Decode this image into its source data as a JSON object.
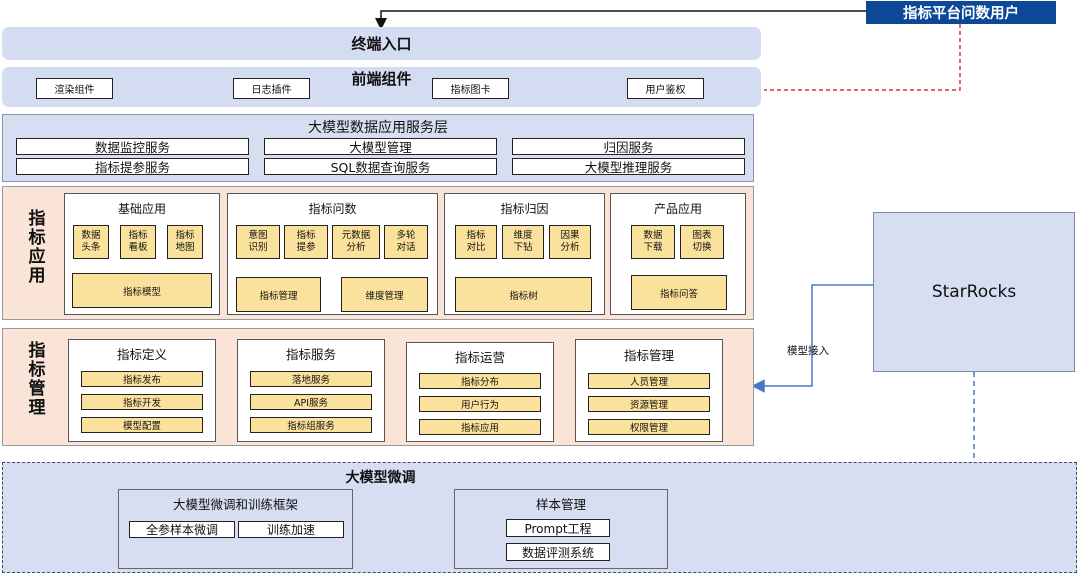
{
  "user_box": {
    "label": "指标平台问数用户"
  },
  "terminal": {
    "title": "终端入口"
  },
  "frontend": {
    "title": "前端组件",
    "items": [
      "渲染组件",
      "日志插件",
      "指标图卡",
      "用户鉴权"
    ]
  },
  "llm_layer": {
    "title": "大模型数据应用服务层",
    "rows": [
      [
        "数据监控服务",
        "大模型管理",
        "归因服务"
      ],
      [
        "指标提参服务",
        "SQL数据查询服务",
        "大模型推理服务"
      ]
    ]
  },
  "app_panel": {
    "title": "指标应用",
    "cards": [
      {
        "title": "基础应用",
        "cells": [
          "数据\n头条",
          "指标\n看板",
          "指标\n地图"
        ],
        "bottom": [
          "指标模型"
        ]
      },
      {
        "title": "指标问数",
        "cells": [
          "意图\n识别",
          "指标\n提参",
          "元数据\n分析",
          "多轮\n对话"
        ],
        "bottom": [
          "指标管理",
          "维度管理"
        ]
      },
      {
        "title": "指标归因",
        "cells": [
          "指标\n对比",
          "维度\n下钻",
          "因果\n分析"
        ],
        "bottom": [
          "指标树"
        ]
      },
      {
        "title": "产品应用",
        "cells": [
          "数据\n下载",
          "图表\n切换"
        ],
        "bottom": [
          "指标问答"
        ]
      }
    ]
  },
  "mgmt_panel": {
    "title": "指标管理",
    "cards": [
      {
        "title": "指标定义",
        "items": [
          "指标发布",
          "指标开发",
          "模型配置"
        ]
      },
      {
        "title": "指标服务",
        "items": [
          "落地服务",
          "API服务",
          "指标组服务"
        ]
      },
      {
        "title": "指标运营",
        "items": [
          "指标分布",
          "用户行为",
          "指标应用"
        ]
      },
      {
        "title": "指标管理",
        "items": [
          "人员管理",
          "资源管理",
          "权限管理"
        ]
      }
    ]
  },
  "finetune": {
    "title": "大模型微调",
    "framework": {
      "title": "大模型微调和训练框架",
      "items": [
        "全参样本微调",
        "训练加速"
      ]
    },
    "samples": {
      "title": "样本管理",
      "items": [
        "Prompt工程",
        "数据评测系统"
      ]
    }
  },
  "starrocks": {
    "label": "StarRocks"
  },
  "model_access": {
    "label": "模型接入"
  },
  "colors": {
    "band": "#d4dcf2",
    "panel_pink": "#fae3d7",
    "cell_yellow": "#fbe29c",
    "user_blue": "#0d4897",
    "dashed_red": "#e03131",
    "arrow_blue": "#4a78c8"
  }
}
